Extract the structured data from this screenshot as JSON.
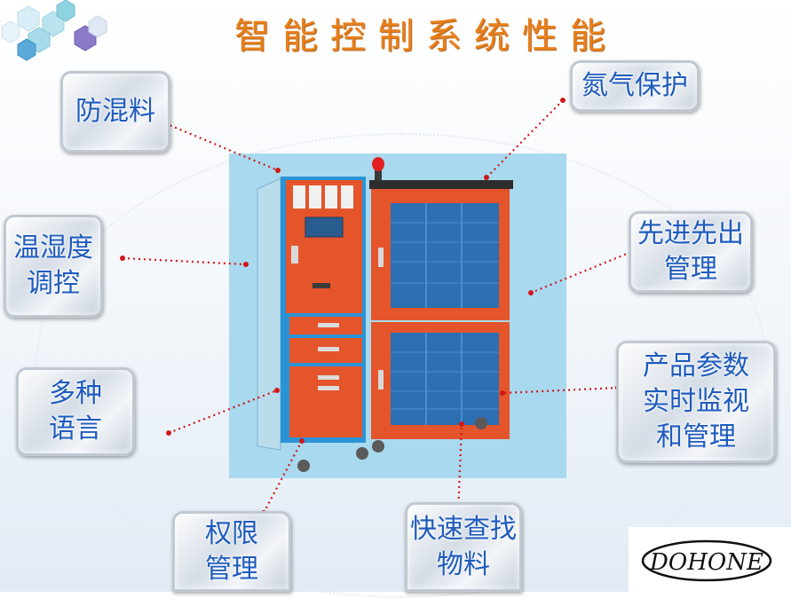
{
  "slide": {
    "title": "智能控制系统性能",
    "accent_color": "#e8801a",
    "label_color": "#1e5bbd",
    "connector_color": "#d01818"
  },
  "features": {
    "anti_mix": [
      "防混料"
    ],
    "temp_humidity": [
      "温湿度",
      "调控"
    ],
    "multi_language": [
      "多种",
      "语言"
    ],
    "permission": [
      "权限",
      "管理"
    ],
    "nitrogen": [
      "氮气保护"
    ],
    "fifo": [
      "先进先出",
      "管理"
    ],
    "monitoring": [
      "产品参数",
      "实时监视",
      "和管理"
    ],
    "quick_find": [
      "快速查找",
      "物料"
    ]
  },
  "logo": {
    "text": "DOHONE"
  }
}
